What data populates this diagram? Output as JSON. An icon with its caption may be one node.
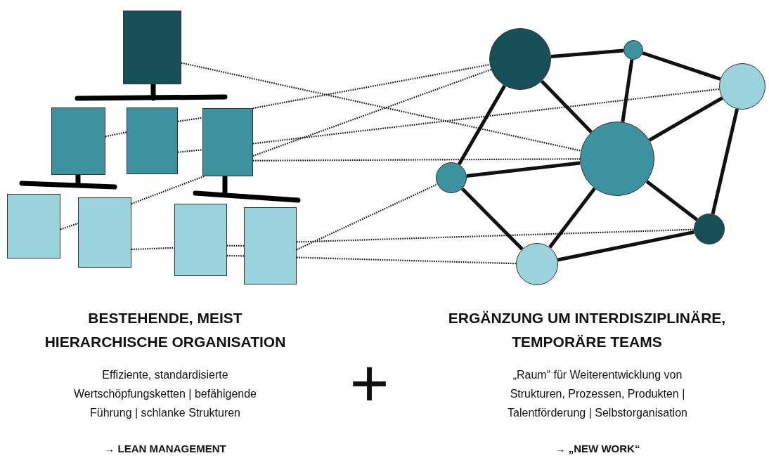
{
  "diagram": {
    "nodes": [
      {
        "text": [],
        "shape": "box"
      },
      {
        "text": [],
        "shape": "box"
      },
      {
        "text": [],
        "shape": "box"
      },
      {
        "text": [],
        "shape": "box"
      },
      {
        "text": [],
        "shape": "box"
      },
      {
        "text": [],
        "shape": "box"
      },
      {
        "text": [],
        "shape": "box"
      },
      {
        "text": [],
        "shape": "box"
      },
      {
        "text": [],
        "shape": "circle"
      },
      {
        "text": [],
        "shape": "circle"
      },
      {
        "text": [],
        "shape": "circle"
      },
      {
        "text": [],
        "shape": "circle"
      },
      {
        "text": [],
        "shape": "circle"
      },
      {
        "text": [],
        "shape": "circle"
      },
      {
        "text": [],
        "shape": "circle"
      }
    ],
    "edges": [
      {
        "from": 1,
        "to": 2,
        "arrow": "none",
        "style": "dashed"
      },
      {
        "from": 2,
        "to": 3,
        "arrow": "none",
        "style": "dashed"
      },
      {
        "from": 2,
        "to": 3,
        "arrow": "none",
        "style": "dashed"
      },
      {
        "from": 0,
        "to": 11,
        "arrow": "none",
        "style": "dashed"
      },
      {
        "from": 3,
        "to": 8,
        "arrow": "none",
        "style": "dashed"
      },
      {
        "from": 3,
        "to": 8,
        "arrow": "none",
        "style": "dashed"
      },
      {
        "from": 3,
        "to": 10,
        "arrow": "none",
        "style": "dashed"
      },
      {
        "from": 3,
        "to": 11,
        "arrow": "none",
        "style": "dashed"
      },
      {
        "from": 5,
        "to": 3,
        "arrow": "none",
        "style": "dashed"
      },
      {
        "from": 4,
        "to": 5,
        "arrow": "none",
        "style": "dashed"
      },
      {
        "from": 5,
        "to": 6,
        "arrow": "none",
        "style": "dashed"
      },
      {
        "from": 6,
        "to": 7,
        "arrow": "none",
        "style": "dashed"
      },
      {
        "from": 6,
        "to": 7,
        "arrow": "none",
        "style": "dashed"
      },
      {
        "from": 7,
        "to": 12,
        "arrow": "none",
        "style": "dashed"
      },
      {
        "from": 7,
        "to": 13,
        "arrow": "none",
        "style": "dashed"
      },
      {
        "from": 7,
        "to": 14,
        "arrow": "none",
        "style": "dashed"
      },
      {
        "from": 8,
        "to": 9,
        "arrow": "none",
        "style": "thick"
      },
      {
        "from": 9,
        "to": 10,
        "arrow": "none",
        "style": "thick"
      },
      {
        "from": 8,
        "to": 12,
        "arrow": "none",
        "style": "thick"
      },
      {
        "from": 8,
        "to": 11,
        "arrow": "none",
        "style": "thick"
      },
      {
        "from": 9,
        "to": 11,
        "arrow": "none",
        "style": "thick"
      },
      {
        "from": 10,
        "to": 11,
        "arrow": "none",
        "style": "thick"
      },
      {
        "from": 10,
        "to": 13,
        "arrow": "none",
        "style": "thick"
      },
      {
        "from": 12,
        "to": 11,
        "arrow": "none",
        "style": "thick"
      },
      {
        "from": 12,
        "to": 14,
        "arrow": "none",
        "style": "thick"
      },
      {
        "from": 11,
        "to": 14,
        "arrow": "none",
        "style": "thick"
      },
      {
        "from": 11,
        "to": 13,
        "arrow": "none",
        "style": "thick"
      },
      {
        "from": 13,
        "to": 14,
        "arrow": "none",
        "style": "thick"
      }
    ],
    "labels": [
      "BESTEHENDE, MEIST HIERARCHISCHE ORGANISATION",
      "Effiziente, standardisierte Wertschöpfungsketten | befähigende Führung | schlanke Strukturen",
      "→ LEAN MANAGEMENT",
      "+",
      "ERGÄNZUNG UM INTERDISZIPLINÄRE, TEMPORÄRE TEAMS",
      "„Raum“ für Weiterentwicklung von Strukturen, Prozessen, Produkten | Talentförderung | Selbstorganisation",
      "→ „NEW WORK“"
    ]
  }
}
